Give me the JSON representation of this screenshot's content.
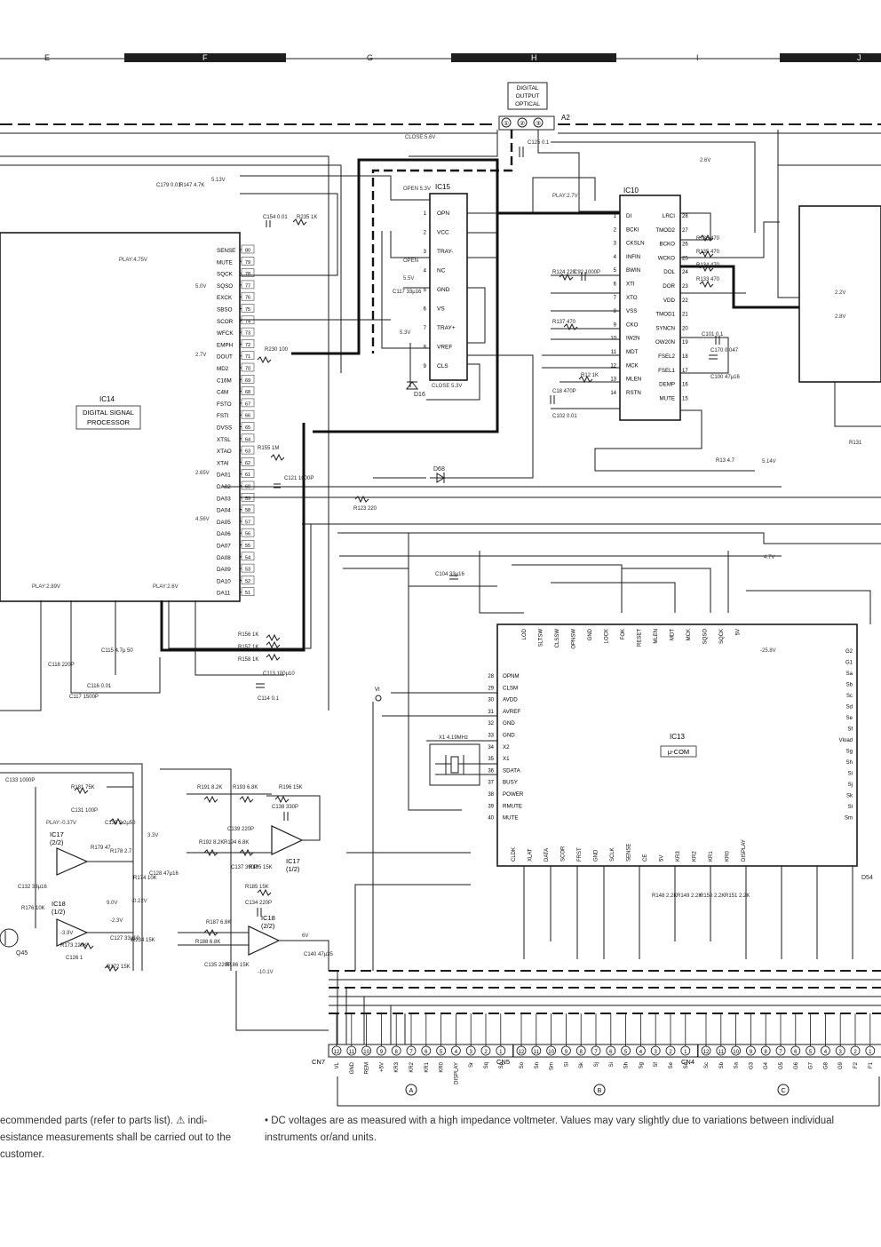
{
  "grid_columns": [
    "E",
    "F",
    "G",
    "H",
    "I",
    "J"
  ],
  "optical_output": {
    "label_lines": [
      "DIGITAL",
      "OUTPUT",
      "OPTICAL"
    ],
    "ref": "A2",
    "pins": [
      "①",
      "②",
      "③"
    ]
  },
  "ics": {
    "ic14": {
      "ref": "IC14",
      "desc_lines": [
        "DIGITAL SIGNAL",
        "PROCESSOR"
      ]
    },
    "ic15": {
      "ref": "IC15",
      "pins": [
        "OPN",
        "VCC",
        "TRAY-",
        "NC",
        "GND",
        "VS",
        "TRAY+",
        "VREF",
        "CLS"
      ]
    },
    "ic10": {
      "ref": "IC10",
      "left_pins": [
        "DI",
        "BCKI",
        "CKSLN",
        "INFIN",
        "BWIN",
        "XTI",
        "XTO",
        "VSS",
        "CKO",
        "IW2N",
        "MDT",
        "MCK",
        "MLEN",
        "RSTN"
      ],
      "right_pins": [
        "LRCI",
        "TMOD2",
        "BCKO",
        "WCKO",
        "DOL",
        "DOR",
        "VDD",
        "TMOD1",
        "SYNCN",
        "OW20N",
        "FSEL2",
        "FSEL1",
        "DEMP",
        "MUTE"
      ]
    },
    "ic13": {
      "ref": "IC13",
      "desc": "μ-COM",
      "left_pins": [
        "OPNM",
        "CLSM",
        "AVDD",
        "AVREF",
        "GND",
        "GND",
        "X2",
        "X1",
        "SDATA",
        "BUSY",
        "POWER",
        "RMUTE",
        "MUTE"
      ],
      "top_pins": [
        "LOD",
        "SLTSW",
        "CLSSW",
        "OPNSW",
        "GND",
        "LOCK",
        "FOK",
        "RESET",
        "MLEN",
        "MDT",
        "MCK",
        "SQSO",
        "SQCK",
        "5V"
      ],
      "bottom_pins": [
        "CLDK",
        "XLAT",
        "DATA",
        "SCOR",
        "FRST",
        "GND",
        "SCLK",
        "SENSE",
        "CE",
        "5V",
        "KR3",
        "KR2",
        "KR1",
        "KR0",
        "DISPLAY"
      ],
      "right_pins": [
        "G2",
        "G1",
        "Sa",
        "Sb",
        "Sc",
        "Sd",
        "Se",
        "Sf",
        "Vload",
        "Sg",
        "Sh",
        "Si",
        "Sj",
        "Sk",
        "Sl",
        "Sm"
      ]
    },
    "ic17a": {
      "ref": "IC17",
      "part": "(2/2)"
    },
    "ic17b": {
      "ref": "IC17",
      "part": "(1/2)"
    },
    "ic18a": {
      "ref": "IC18",
      "part": "(1/2)"
    },
    "ic18b": {
      "ref": "IC18",
      "part": "(2/2)"
    }
  },
  "ic14_pins": [
    "SENSE",
    "MUTE",
    "SQCK",
    "SQSO",
    "EXCK",
    "SBSO",
    "SCOR",
    "WFCK",
    "EMPH",
    "DOUT",
    "MD2",
    "C16M",
    "C4M",
    "FSTO",
    "FSTI",
    "DVSS",
    "XTSL",
    "XTAO",
    "XTAI",
    "DA01",
    "DA02",
    "DA03",
    "DA04",
    "DA05",
    "DA06",
    "DA07",
    "DA08",
    "DA09",
    "DA10",
    "DA11"
  ],
  "components": [
    "C154 0.01",
    "R235 1K",
    "C179 0.01",
    "R147 4.7K",
    "C125 0.1",
    "C117 33μ16",
    "R230 100",
    "R155 1M",
    "C121 1000P",
    "R123 220",
    "D68",
    "D16",
    "R124 220",
    "C92 1000P",
    "R137 470",
    "R12 1K",
    "C18 470P",
    "C102 0.01",
    "R136 470",
    "R135 470",
    "R134 470",
    "R133 470",
    "C101 0.1",
    "C170 0.047",
    "C100 47μ16",
    "R13 4.7",
    "C104 33μ16",
    "R156 1K",
    "R157 1K",
    "R158 1K",
    "C113 100μ10",
    "C114 0.1",
    "C115 4.7μ 50",
    "C116 0.01",
    "C117 1500P",
    "C118 220P",
    "C133 1000P",
    "R181 75K",
    "C131 100P",
    "C130 2.2μ50",
    "R179 47",
    "R178 2.7",
    "R174 10K",
    "C128 47μ16",
    "C132 33μ16",
    "R176 10K",
    "R173 220K",
    "C127 33μ10",
    "R172 15K",
    "R234 15K",
    "C126 1",
    "R191 8.2K",
    "R193 6.8K",
    "R196 15K",
    "C138 330P",
    "C139 220P",
    "R192 8.2K",
    "R194 6.8K",
    "C137 390P",
    "R195 15K",
    "R185 15K",
    "C134 220P",
    "R187 6.8K",
    "R188 6.8K",
    "C135 220P",
    "R186 15K",
    "C140 47μ35",
    "X1 4.19MHz",
    "R148 2.2K",
    "R149 2.2K",
    "R150 2.2K",
    "R151 2.2K",
    "Q45",
    "D54",
    "R131"
  ],
  "voltage_labels": [
    "CLOSE:5.6V",
    "5.13V",
    "2.6V",
    "PLAY:2.7V",
    "OPEN 5.3V",
    "OPEN",
    "5.5V",
    "5.3V",
    "CLOSE 5.3V",
    "PLAY:4.75V",
    "5.0V",
    "2.7V",
    "2.8V",
    "2.2V",
    "4.7V",
    "PLAY:2.89V",
    "PLAY:2.6V",
    "5.14V",
    "-25.8V",
    "2.65V",
    "4.56V",
    "3.3V",
    "-3.9V",
    "-2.3V",
    "-0.22V",
    "9.0V",
    "-10.1V",
    "6V",
    "PLAY:-0.37V"
  ],
  "connectors": {
    "cn7": {
      "ref": "CN7",
      "pins": [
        "12",
        "11",
        "10",
        "9",
        "8",
        "7",
        "6",
        "5",
        "4",
        "3",
        "2",
        "1"
      ],
      "signals": [
        "VL",
        "GND",
        "REM",
        "+5V",
        "KR3",
        "KR2",
        "KR1",
        "KR0",
        "DISPLAY",
        "Sr",
        "Sq",
        "Sp"
      ]
    },
    "cn5": {
      "ref": "CN5",
      "pins": [
        "12",
        "11",
        "10",
        "9",
        "8",
        "7",
        "6",
        "5",
        "4",
        "3",
        "2",
        "1"
      ],
      "signals": [
        "So",
        "Sn",
        "Sm",
        "Sl",
        "Sk",
        "Sj",
        "Si",
        "Sh",
        "Sg",
        "Sf",
        "Se",
        "Sd"
      ]
    },
    "cn4": {
      "ref": "CN4",
      "pins": [
        "12",
        "11",
        "10",
        "9",
        "8",
        "7",
        "6",
        "5",
        "4",
        "3",
        "2",
        "1"
      ],
      "signals": [
        "Sc",
        "Sb",
        "Sa",
        "G3",
        "G4",
        "G5",
        "G6",
        "G7",
        "G8",
        "G9",
        "F2",
        "F1"
      ]
    }
  },
  "harness_tags": [
    "A",
    "B",
    "C"
  ],
  "notes": {
    "left": "ecommended parts (refer to parts list). ⚠ indi- esistance measurements shall be carried out to the customer.",
    "right": "• DC voltages are as measured with a high impedance voltmeter. Values may vary slightly due to variations between individual instruments or/and units."
  },
  "colors": {
    "ink": "#1a1a1a",
    "thin_line": "#333333",
    "grid_bar": "#1e1e1e",
    "paper": "#ffffff",
    "watermark": "#c8c8c8"
  }
}
